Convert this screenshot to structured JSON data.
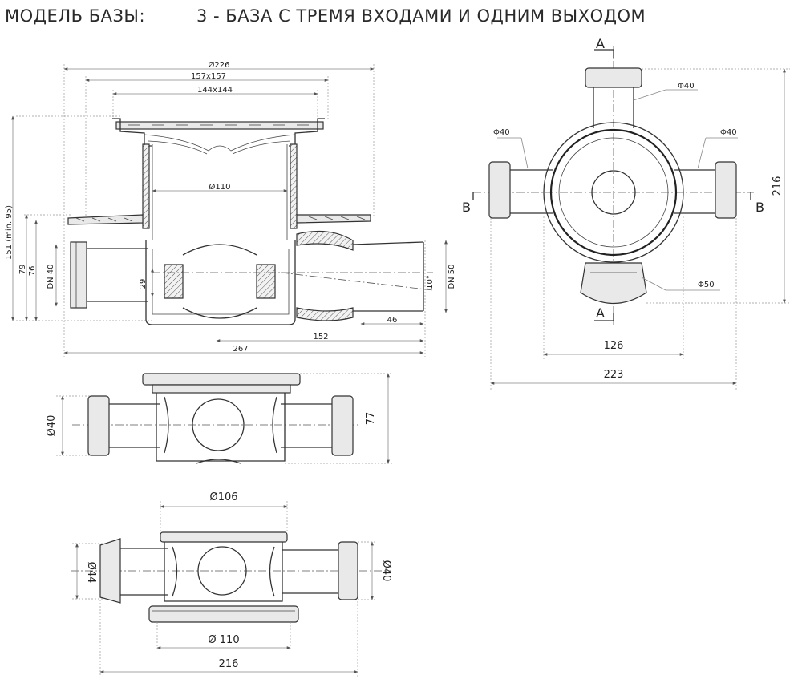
{
  "header": {
    "model_label": "МОДЕЛЬ БАЗЫ:",
    "model_desc": "3 - БАЗА С ТРЕМЯ ВХОДАМИ И ОДНИМ ВЫХОДОМ"
  },
  "section_view": {
    "d226": "Ø226",
    "d157": "157x157",
    "d144": "144x144",
    "d110": "Ø110",
    "h151": "151 (min. 95)",
    "h79": "79",
    "h76": "76",
    "dn40": "DN 40",
    "dn50": "DN 50",
    "h29": "29",
    "angle": "10°",
    "w46": "46",
    "w152": "152",
    "w267": "267"
  },
  "top_view": {
    "section_a": "A",
    "section_b": "B",
    "d40_top": "Φ40",
    "d40_left": "Φ40",
    "d40_right": "Φ40",
    "d50": "Φ50",
    "h216": "216",
    "w126": "126",
    "w223": "223"
  },
  "side_view": {
    "d40": "Ø40",
    "h77": "77"
  },
  "bottom_view": {
    "d106": "Ø106",
    "d44": "Ø44",
    "d40": "Ø40",
    "d110": "Ø 110",
    "w216": "216"
  }
}
